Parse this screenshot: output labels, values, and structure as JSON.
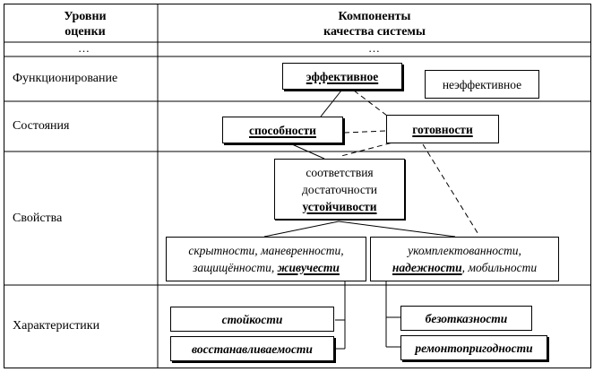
{
  "header": {
    "levels_line1": "Уровни",
    "levels_line2": "оценки",
    "components_line1": "Компоненты",
    "components_line2": "качества системы",
    "ellipsis_left": "…",
    "ellipsis_right": "…"
  },
  "rows": {
    "functioning": "Функционирование",
    "states": "Состояния",
    "properties": "Свойства",
    "characteristics": "Характеристики"
  },
  "boxes": {
    "effective": "эффективное",
    "ineffective": "неэффективное",
    "capability": "способности",
    "readiness": "готовности",
    "correspondence": "соответствия",
    "sufficiency": "достаточности",
    "stability": "устойчивости",
    "left_props_1": "скрытности, маневренности,",
    "left_props_2": "защищённости,",
    "survivability": "живучести",
    "right_props_1": "укомплектованности,",
    "reliability": "надежности",
    "right_props_2": ", мобильности",
    "resistance": "стойкости",
    "restorability": "восстанавливаемости",
    "failure_free": "безотказности",
    "maintainability": "ремонтопригодности"
  }
}
